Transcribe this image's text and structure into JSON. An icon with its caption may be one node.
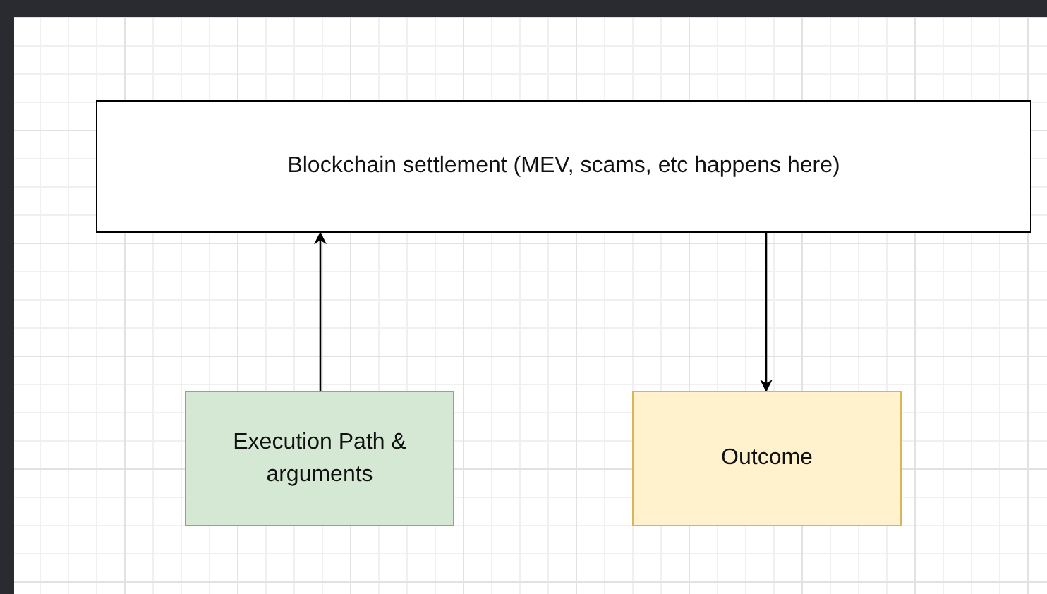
{
  "diagram": {
    "nodes": [
      {
        "text": [
          "Blockchain settlement (MEV, scams, etc happens here)"
        ]
      },
      {
        "text": [
          "Execution Path & arguments"
        ]
      },
      {
        "text": [
          "Outcome"
        ]
      }
    ],
    "edges": [
      {
        "from": 1,
        "to": 0,
        "arrow": "to"
      },
      {
        "from": 0,
        "to": 2,
        "arrow": "to"
      }
    ]
  }
}
